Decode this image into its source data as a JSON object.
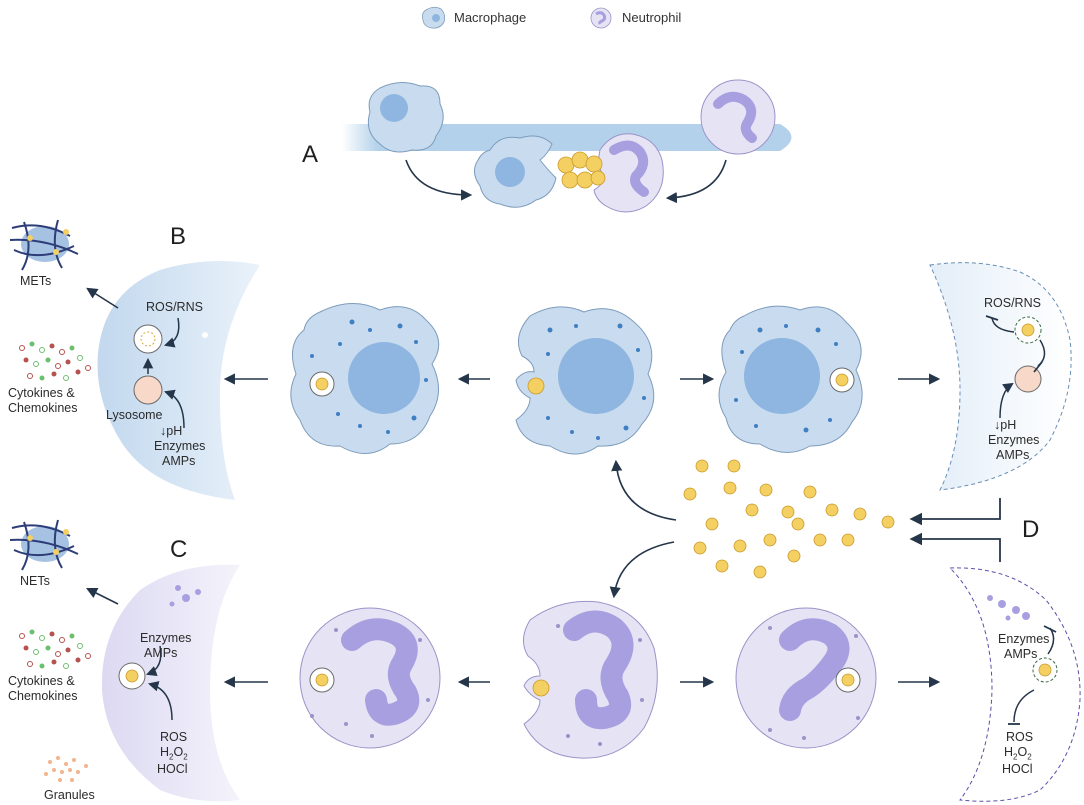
{
  "legend": {
    "macrophage": "Macrophage",
    "neutrophil": "Neutrophil"
  },
  "panels": {
    "a": "A",
    "b": "B",
    "c": "C",
    "d": "D"
  },
  "left_labels": {
    "mets": "METs",
    "nets": "NETs",
    "cytokines_top": "Cytokines &",
    "chemokines_top": "Chemokines",
    "cytokines_bottom": "Cytokines &",
    "chemokines_bottom": "Chemokines",
    "granules": "Granules"
  },
  "macrophage_left": {
    "ros_rns": "ROS/RNS",
    "lysosome": "Lysosome",
    "ph": "↓pH",
    "enzymes": "Enzymes",
    "amps": "AMPs"
  },
  "macrophage_right": {
    "ros_rns": "ROS/RNS",
    "ph": "↓pH",
    "enzymes": "Enzymes",
    "amps": "AMPs"
  },
  "neutrophil_left": {
    "enzymes": "Enzymes",
    "amps": "AMPs",
    "ros": "ROS",
    "h2o2_main": "H",
    "h2o2_sub1": "2",
    "h2o2_mid": "O",
    "h2o2_sub2": "2",
    "hocl": "HOCl"
  },
  "neutrophil_right": {
    "enzymes": "Enzymes",
    "amps": "AMPs",
    "ros": "ROS",
    "h2o2_main": "H",
    "h2o2_sub1": "2",
    "h2o2_mid": "O",
    "h2o2_sub2": "2",
    "hocl": "HOCl"
  },
  "colors": {
    "macrophage_fill": "#c9dcef",
    "macrophage_nucleus": "#8fb6e0",
    "neutrophil_fill": "#e6e4f4",
    "neutrophil_nucleus": "#a89fe0",
    "bacterium": "#f4cf62",
    "arrow": "#25364a",
    "vessel": "#b3d1ea",
    "lysosome": "#f8d8c8"
  }
}
